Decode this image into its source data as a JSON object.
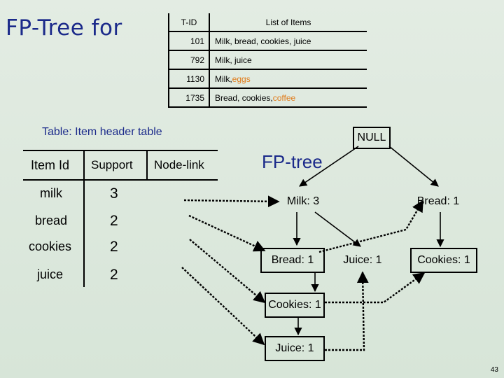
{
  "slide": {
    "title": "FP-Tree for",
    "page_number": "43"
  },
  "transactions": {
    "header": {
      "tid": "T-ID",
      "items": "List of Items"
    },
    "rows": [
      {
        "tid": "101",
        "items": "Milk, bread, cookies, juice",
        "highlight": ""
      },
      {
        "tid": "792",
        "items": "Milk, juice",
        "highlight": ""
      },
      {
        "tid": "1130",
        "items": "Milk, ",
        "highlight": "eggs"
      },
      {
        "tid": "1735",
        "items": "Bread, cookies, ",
        "highlight": "coffee"
      }
    ]
  },
  "header_table": {
    "caption": "Table: Item header table",
    "columns": [
      "Item Id",
      "Support",
      "Node-link"
    ],
    "rows": [
      {
        "item": "milk",
        "support": "3"
      },
      {
        "item": "bread",
        "support": "2"
      },
      {
        "item": "cookies",
        "support": "2"
      },
      {
        "item": "juice",
        "support": "2"
      }
    ]
  },
  "fp_tree": {
    "label": "FP-tree",
    "nodes": {
      "null": "NULL",
      "milk": "Milk: 3",
      "bread_root": "Bread: 1",
      "bread_milk": "Bread: 1",
      "juice_milk": "Juice: 1",
      "cookies_bread": "Cookies: 1",
      "cookies_milk": "Cookies: 1",
      "juice_cookies": "Juice: 1"
    }
  },
  "colors": {
    "title": "#1b2a8a",
    "highlight": "#e07b1a",
    "background": "#dde9dd"
  }
}
